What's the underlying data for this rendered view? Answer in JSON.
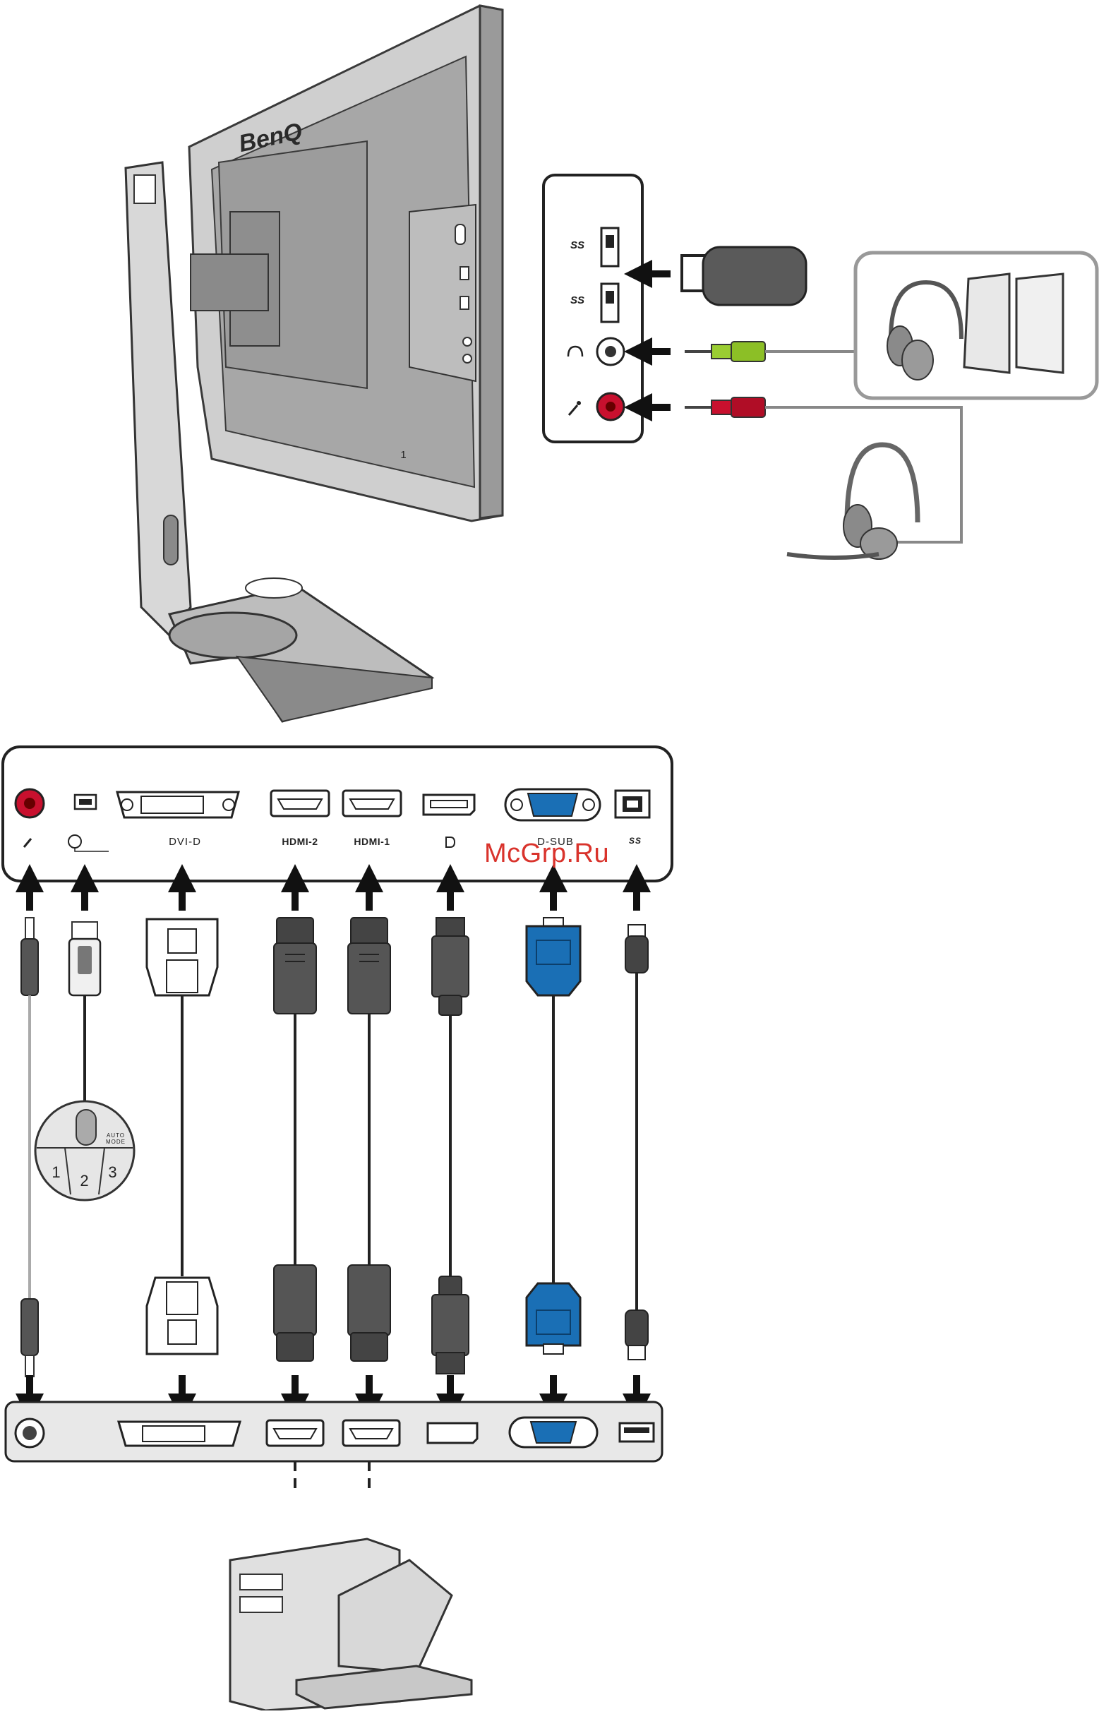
{
  "monitor": {
    "brand_label": "BenQ",
    "port_number_label": "1"
  },
  "side_panel": {
    "usb_label_top": "SS",
    "usb_label_bottom": "SS",
    "headphone_icon": "headphone-jack-icon",
    "mic_icon": "microphone-jack-icon"
  },
  "rear_panel": {
    "ports": [
      {
        "id": "mic",
        "label": ""
      },
      {
        "id": "controller",
        "label": ""
      },
      {
        "id": "dvi",
        "label": "DVI-D"
      },
      {
        "id": "hdmi2",
        "label": "HDMI-2"
      },
      {
        "id": "hdmi1",
        "label": "HDMI-1"
      },
      {
        "id": "dp",
        "label": "D"
      },
      {
        "id": "dsub",
        "label": "D-SUB"
      },
      {
        "id": "usb",
        "label": "SS"
      }
    ]
  },
  "controller": {
    "auto_mode_label": "AUTO MODE",
    "key_1": "1",
    "key_2": "2",
    "key_3": "3"
  },
  "watermark": "McGrp.Ru",
  "colors": {
    "monitor_gray": "#bdbdbd",
    "dark_gray": "#585858",
    "cable_dark": "#4a4a4a",
    "mic_red": "#c8102e",
    "audio_green": "#9acd32",
    "vga_blue": "#1a6fb5",
    "panel_bg": "#e8e8e8"
  }
}
